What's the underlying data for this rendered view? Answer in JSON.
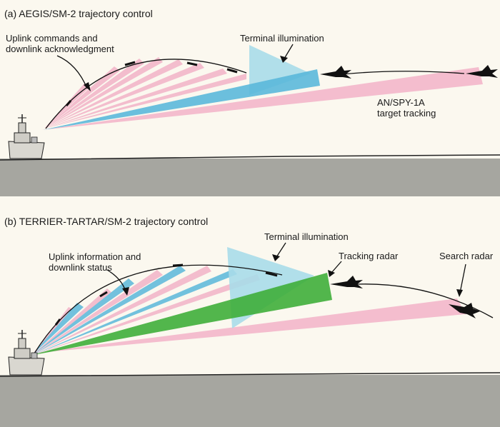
{
  "panel_a": {
    "title": "(a) AEGIS/SM-2 trajectory control",
    "uplink_line1": "Uplink commands and",
    "uplink_line2": "downlink acknowledgment",
    "terminal": "Terminal illumination",
    "spy_line1": "AN/SPY-1A",
    "spy_line2": "target tracking"
  },
  "panel_b": {
    "title": "(b) TERRIER-TARTAR/SM-2 trajectory control",
    "uplink_line1": "Uplink information and",
    "uplink_line2": "downlink status",
    "terminal": "Terminal illumination",
    "tracking": "Tracking radar",
    "search": "Search radar"
  },
  "colors": {
    "background": "#fbf8ef",
    "sea": "#a6a6a0",
    "pink_beam": "#f2b3c8",
    "blue_beam": "#5bb8da",
    "light_blue": "#a9dbe9",
    "green_beam": "#3fae3a"
  }
}
